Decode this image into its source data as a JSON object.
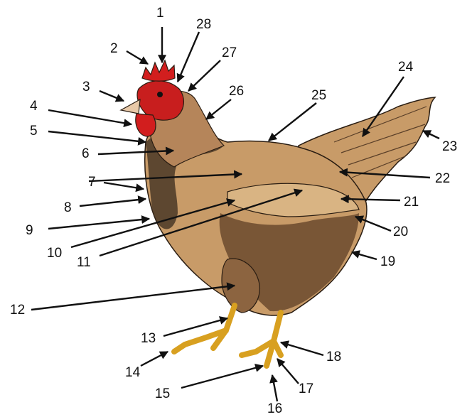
{
  "diagram": {
    "labels": [
      "1",
      "2",
      "3",
      "4",
      "5",
      "6",
      "7",
      "8",
      "9",
      "10",
      "11",
      "12",
      "13",
      "14",
      "15",
      "16",
      "17",
      "18",
      "19",
      "20",
      "21",
      "22",
      "23",
      "24",
      "25",
      "26",
      "27",
      "28"
    ],
    "colors": {
      "body": "#c89b68",
      "body_light": "#d9b483",
      "shadow": "#3a2b1e",
      "comb": "#d21e1e",
      "beak": "#e8c9a8",
      "legs": "#d8a020",
      "ink": "#111111"
    }
  }
}
